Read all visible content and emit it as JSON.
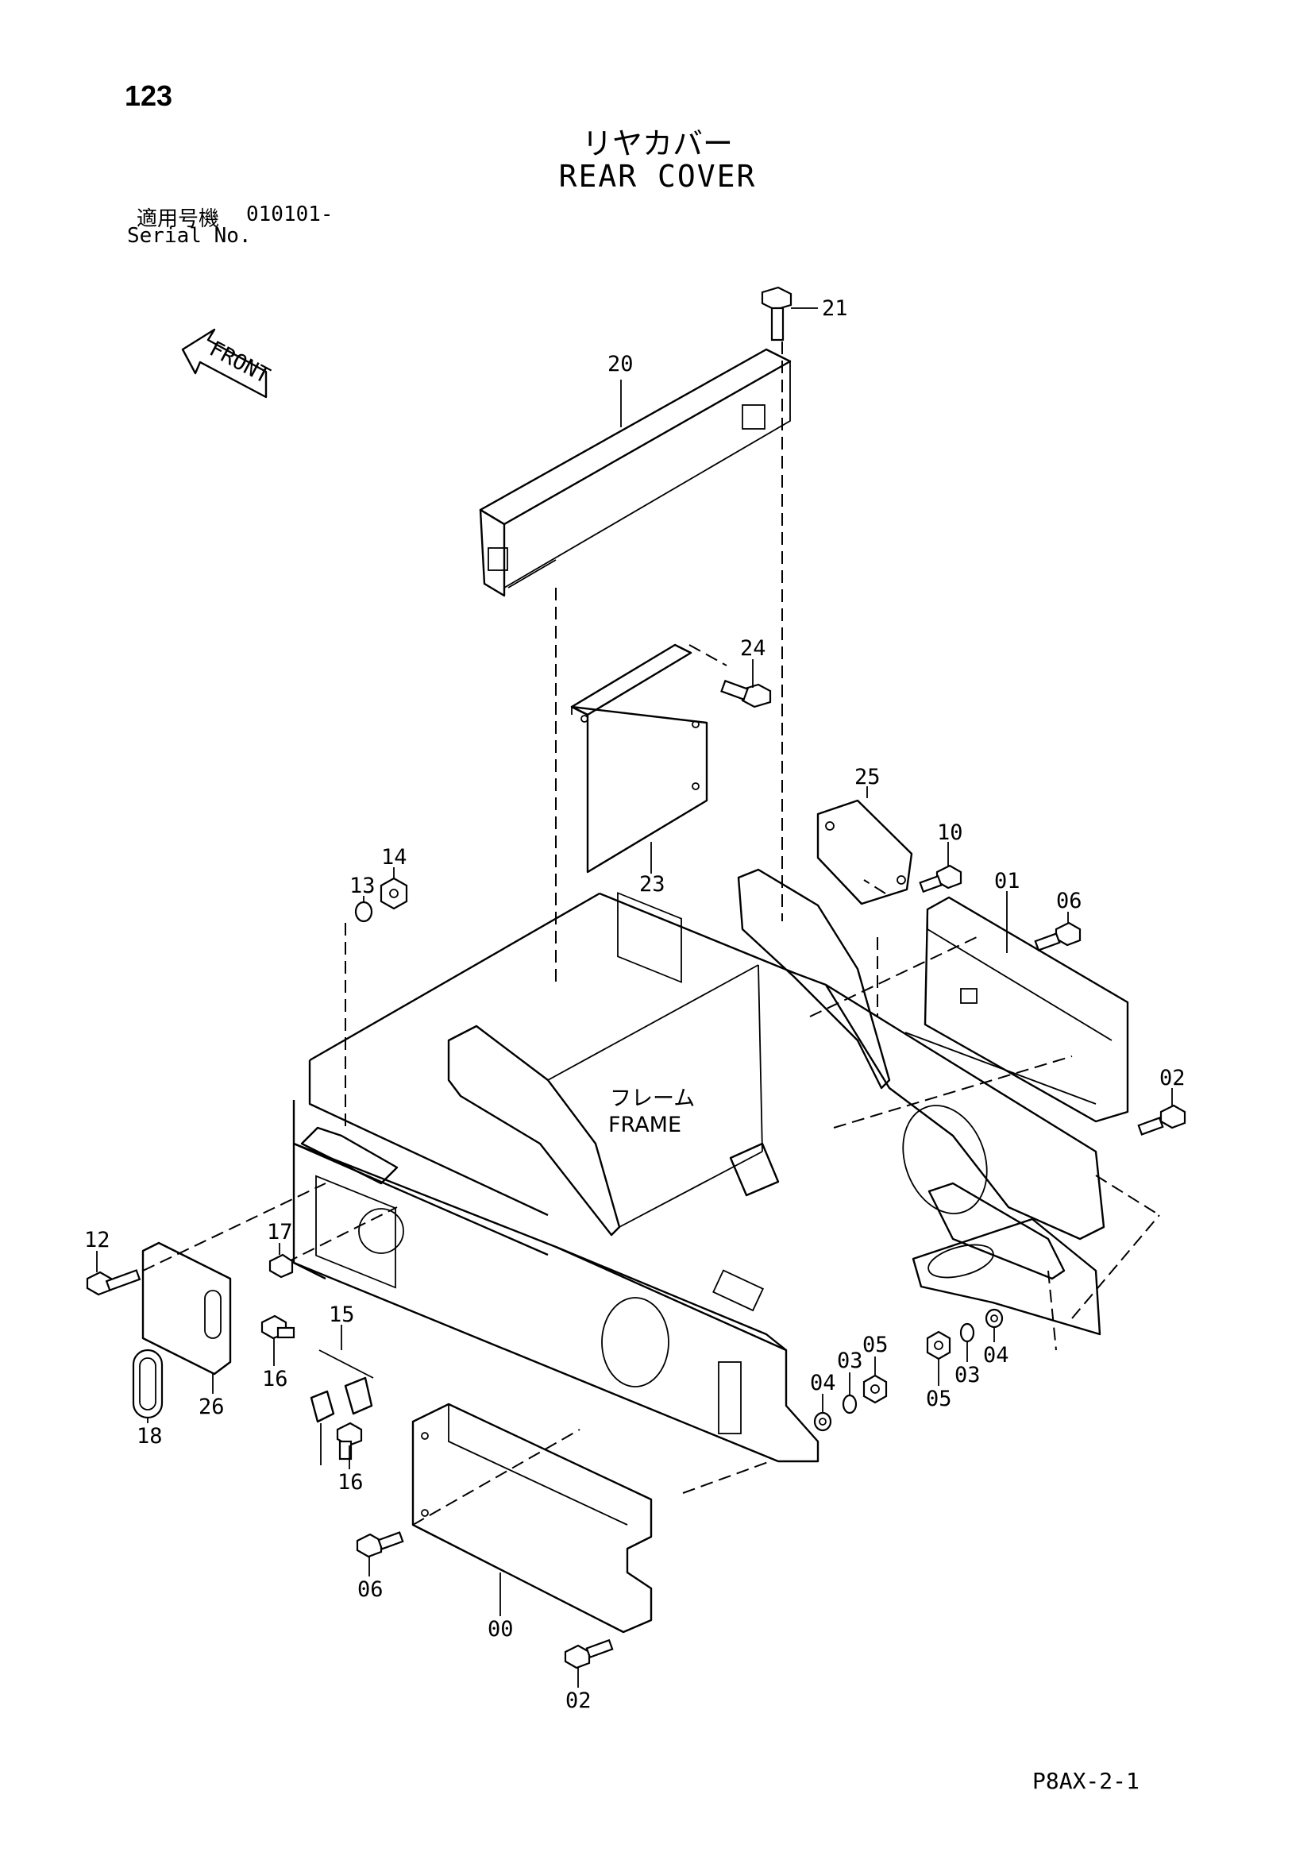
{
  "header": {
    "page_number": "123",
    "title_jp": "リヤカバー",
    "title_en": "REAR COVER",
    "serial_label_jp": "適用号機",
    "serial_value": "010101-",
    "serial_label_en": "Serial No."
  },
  "diagram": {
    "front_arrow_text": "FRONT",
    "frame_label_jp": "フレーム",
    "frame_label_en": "FRAME",
    "callouts": {
      "c00": "00",
      "c01": "01",
      "c02a": "02",
      "c02b": "02",
      "c03a": "03",
      "c03b": "03",
      "c04a": "04",
      "c04b": "04",
      "c05a": "05",
      "c05b": "05",
      "c06a": "06",
      "c06b": "06",
      "c10": "10",
      "c12": "12",
      "c13": "13",
      "c14": "14",
      "c15": "15",
      "c16a": "16",
      "c16b": "16",
      "c17": "17",
      "c18": "18",
      "c20": "20",
      "c21": "21",
      "c23": "23",
      "c24": "24",
      "c25": "25",
      "c26": "26"
    }
  },
  "footer": {
    "code": "P8AX-2-1"
  }
}
